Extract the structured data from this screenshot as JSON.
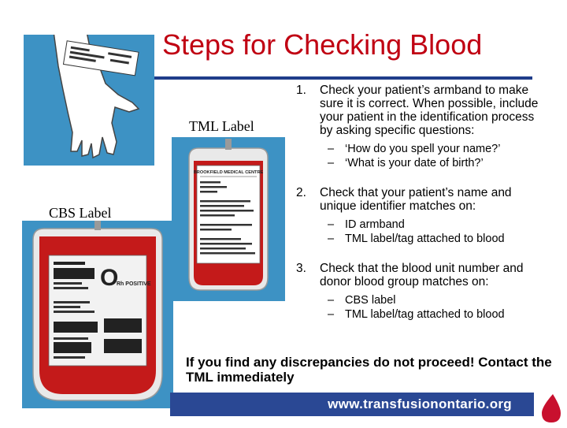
{
  "title": "Steps for Checking Blood",
  "image_labels": {
    "tml": "TML Label",
    "cbs": "CBS Label"
  },
  "steps": [
    {
      "number": "1.",
      "text": "Check your patient’s armband to make sure it is correct. When possible, include your patient in the identification process by asking specific questions:",
      "subs": [
        "‘How do you spell your name?’",
        "‘What is your date of birth?’"
      ]
    },
    {
      "number": "2.",
      "text": "Check that your patient’s name and unique identifier matches on:",
      "subs": [
        "ID armband",
        "TML label/tag attached to blood"
      ]
    },
    {
      "number": "3.",
      "text": "Check that the blood unit number and donor blood group matches on:",
      "subs": [
        "CBS label",
        "TML label/tag attached to blood"
      ]
    }
  ],
  "sub_bullet": "–",
  "warning": "If you find any discrepancies do not proceed! Contact the TML immediately",
  "footer": {
    "url": "www.transfusionontario.org"
  },
  "cbs_tag": {
    "group": "O",
    "rh": "Rh POSITIVE"
  },
  "tml_tag": {
    "header": "BROOKFIELD MEDICAL CENTRE"
  },
  "colors": {
    "title": "#c00012",
    "rule": "#1f3d8a",
    "panel": "#3d92c4",
    "blood": "#c41a1a",
    "footer": "#2a4894"
  }
}
